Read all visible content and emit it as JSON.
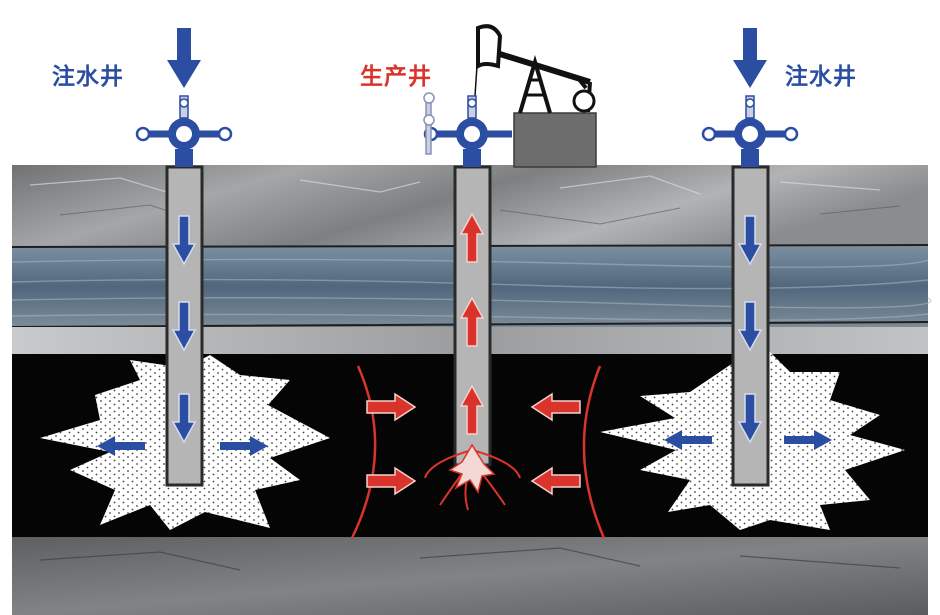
{
  "labels": {
    "left_well": "注水井",
    "center_well": "生产井",
    "right_well": "注水井"
  },
  "colors": {
    "injection_blue": "#2b4ea3",
    "production_red": "#d9342b",
    "reservoir_black": "#050505",
    "casing_gray": "#b4b4b4",
    "rock_gray": "#8d8f90",
    "shale_blue": "#5f7589"
  },
  "icons": {
    "injection_arrow": "arrow-down-icon",
    "production_arrow": "arrow-up-icon",
    "wellhead": "wellhead-valve-icon",
    "pumpjack": "pumpjack-icon"
  }
}
